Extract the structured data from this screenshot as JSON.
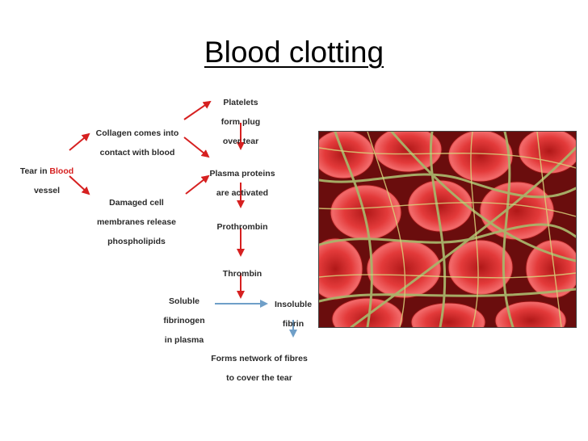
{
  "title": "Blood clotting",
  "diagram": {
    "tear": {
      "prefix": "Tear in ",
      "highlight": "Blood",
      "line2": "vessel"
    },
    "collagen": [
      "Collagen comes into",
      "contact with blood"
    ],
    "damaged": [
      "Damaged cell",
      "membranes release",
      "phospholipids"
    ],
    "platelets": [
      "Platelets",
      "form plug",
      "over tear"
    ],
    "plasma_proteins": [
      "Plasma proteins",
      "are activated"
    ],
    "prothrombin": "Prothrombin",
    "thrombin": "Thrombin",
    "fibrinogen": [
      "Soluble",
      "fibrinogen",
      "in plasma"
    ],
    "fibrin": [
      "Insoluble",
      "fibrin"
    ],
    "network": [
      "Forms network of fibres",
      "to cover the tear"
    ]
  },
  "colors": {
    "arrow_red": "#d62020",
    "arrow_blue": "#6f9fc8",
    "highlight": "#d62020"
  }
}
